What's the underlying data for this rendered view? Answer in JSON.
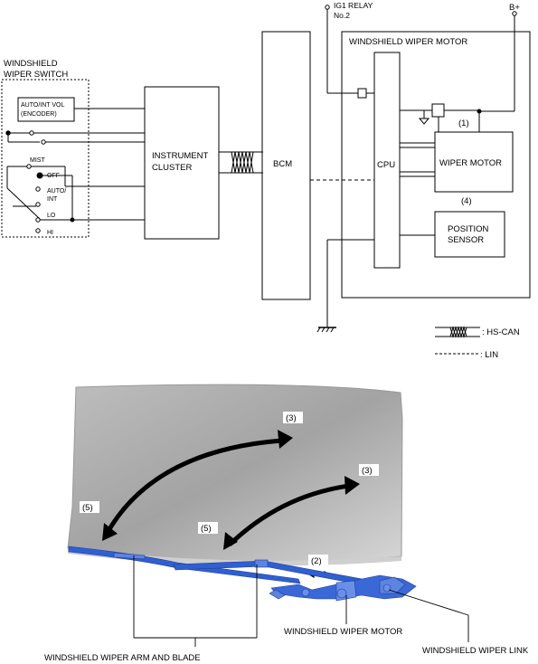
{
  "schematic": {
    "ig1_relay_label": "IG1 RELAY",
    "ig1_relay_no": "No.2",
    "battery_label": "B+",
    "switch_title_line1": "WINDSHIELD",
    "switch_title_line2": "WIPER SWITCH",
    "encoder_line1": "AUTO/INT VOL",
    "encoder_line2": "(ENCODER)",
    "switch_positions": {
      "mist": "MIST",
      "off": "OFF",
      "auto_int_line1": "AUTO/",
      "auto_int_line2": "INT",
      "lo": "LO",
      "hi": "HI"
    },
    "instrument_cluster_line1": "INSTRUMENT",
    "instrument_cluster_line2": "CLUSTER",
    "bcm": "BCM",
    "motor_unit_title": "WINDSHIELD WIPER MOTOR",
    "cpu": "CPU",
    "wiper_motor": "WIPER MOTOR",
    "position_sensor_line1": "POSITION",
    "position_sensor_line2": "SENSOR",
    "callout_1": "(1)",
    "callout_4": "(4)",
    "legend_hs_can": ": HS-CAN",
    "legend_lin": ": LIN"
  },
  "illustration": {
    "callout_3a": "(3)",
    "callout_3b": "(3)",
    "callout_5a": "(5)",
    "callout_5b": "(5)",
    "callout_2": "(2)",
    "label_motor": "WINDSHIELD WIPER MOTOR",
    "label_arm_blade": "WINDSHIELD WIPER ARM AND BLADE",
    "label_link": "WINDSHIELD WIPER LINK"
  },
  "colors": {
    "line": "#000000",
    "glass_light": "#d4d4d4",
    "glass_dark": "#8e8e8e",
    "wiper_blue": "#2f5fd0"
  }
}
